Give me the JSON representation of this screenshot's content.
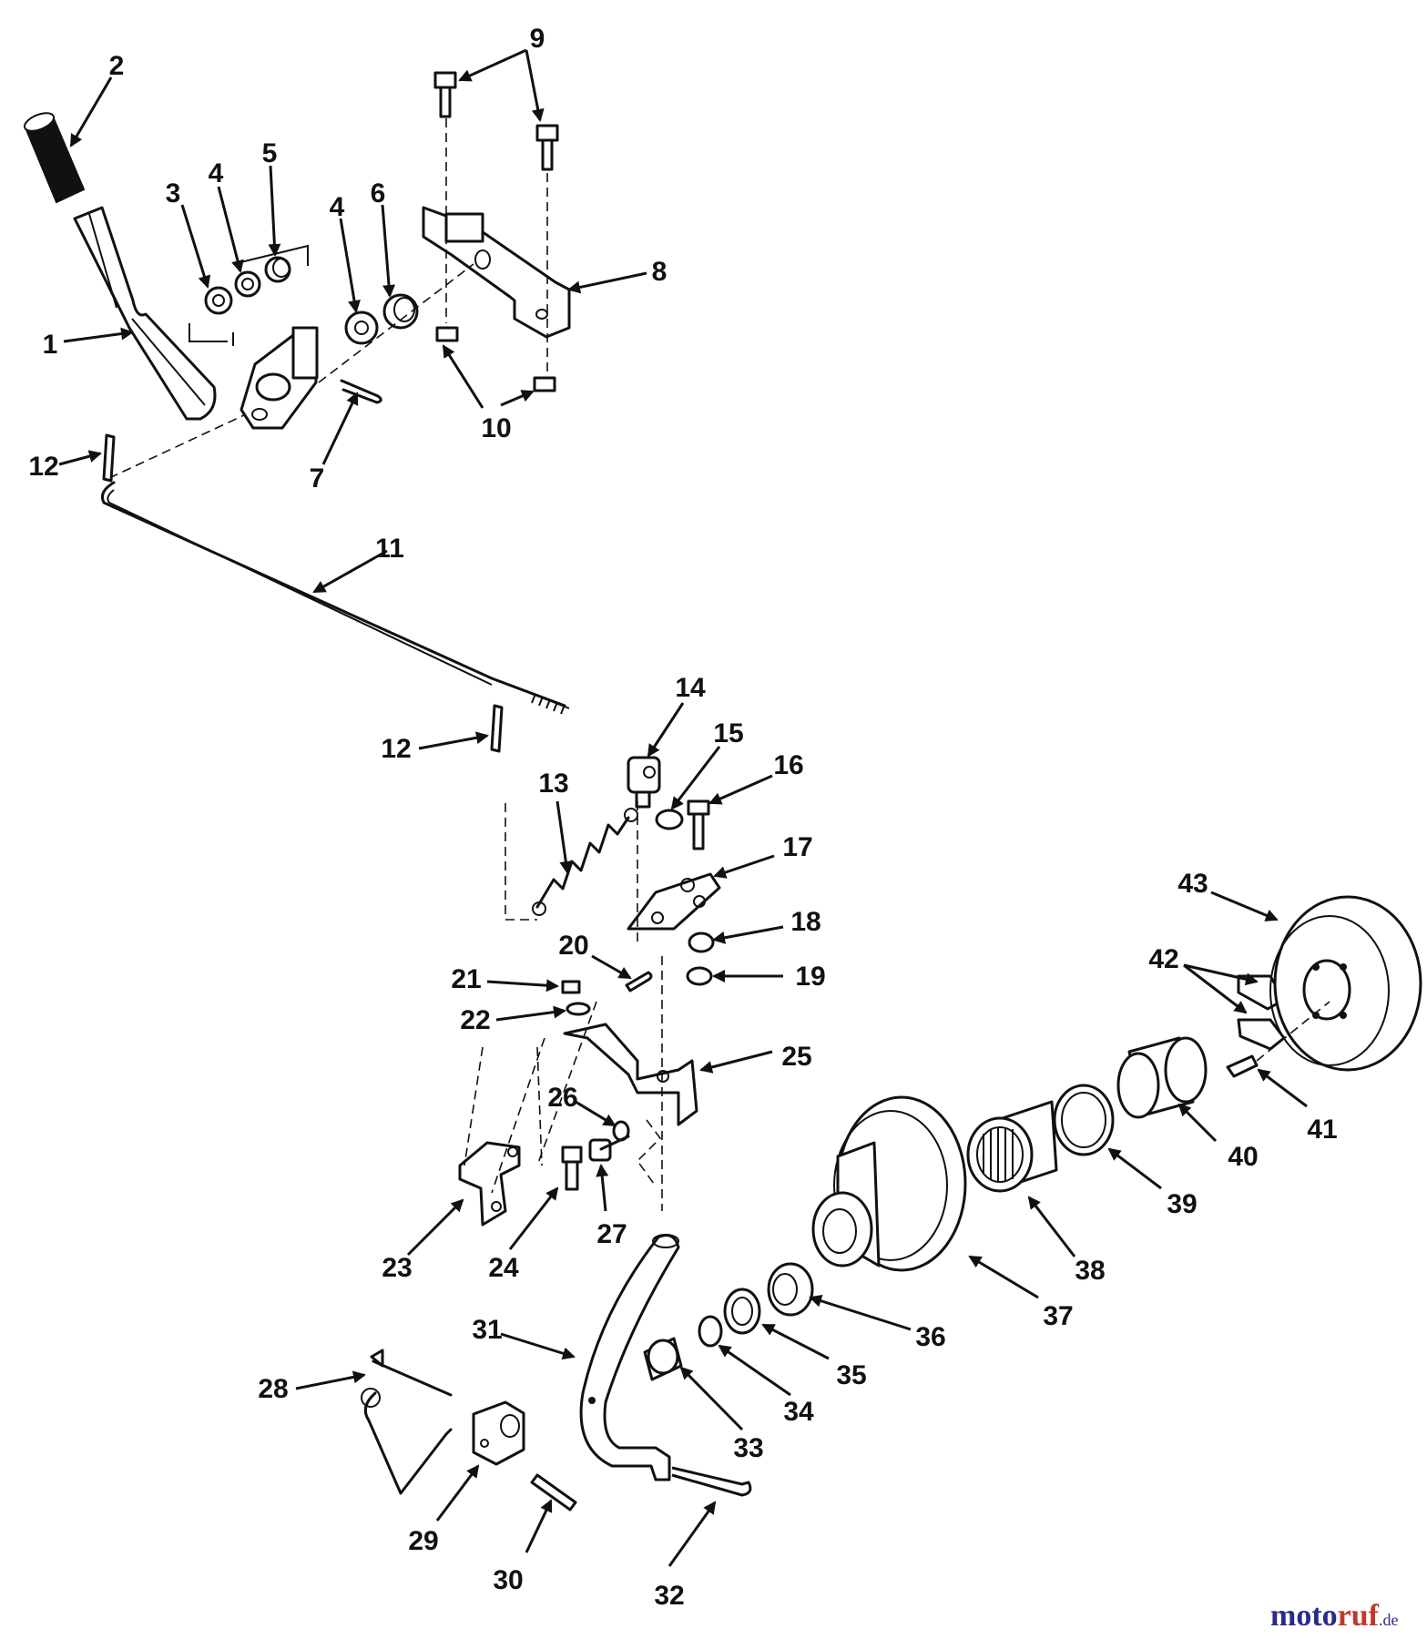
{
  "diagram": {
    "callouts": [
      "1",
      "2",
      "3",
      "4",
      "4",
      "5",
      "6",
      "7",
      "8",
      "9",
      "10",
      "11",
      "12",
      "12",
      "13",
      "14",
      "15",
      "16",
      "17",
      "18",
      "19",
      "20",
      "21",
      "22",
      "23",
      "24",
      "25",
      "26",
      "27",
      "28",
      "29",
      "30",
      "31",
      "32",
      "33",
      "34",
      "35",
      "36",
      "37",
      "38",
      "39",
      "40",
      "41",
      "42",
      "43"
    ]
  },
  "watermark": {
    "part1": "moto",
    "part2": "ruf",
    "tld": ".de"
  },
  "colors": {
    "ink": "#111111",
    "watermark_blue": "#2a2a8c",
    "watermark_red": "#c0392b"
  }
}
